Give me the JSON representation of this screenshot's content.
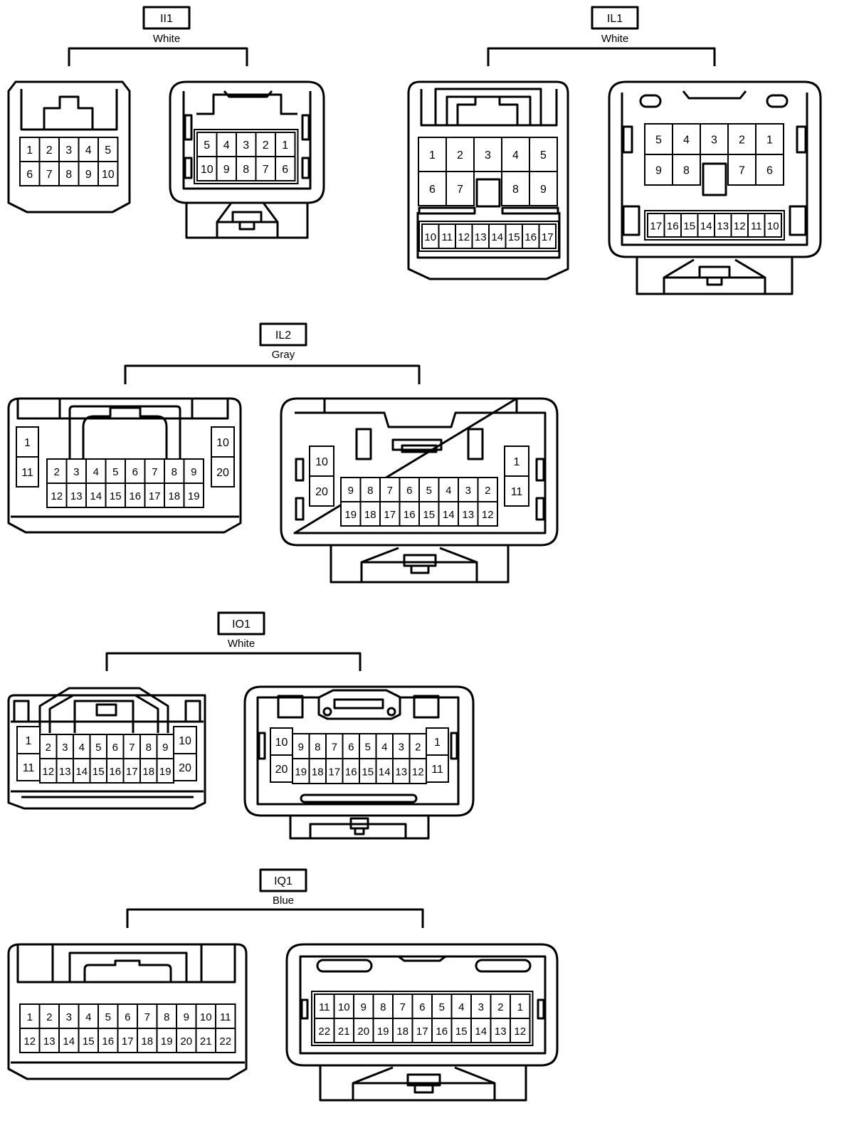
{
  "connectors": [
    {
      "id": "II1",
      "color": "White",
      "male": {
        "rows": [
          [
            "1",
            "2",
            "3",
            "4",
            "5"
          ],
          [
            "6",
            "7",
            "8",
            "9",
            "10"
          ]
        ]
      },
      "female": {
        "rows": [
          [
            "5",
            "4",
            "3",
            "2",
            "1"
          ],
          [
            "10",
            "9",
            "8",
            "7",
            "6"
          ]
        ]
      }
    },
    {
      "id": "IL1",
      "color": "White",
      "male": {
        "rows": [
          [
            "1",
            "2",
            "3",
            "4",
            "5"
          ],
          [
            "6",
            "7",
            "",
            "8",
            "9"
          ],
          [
            "10",
            "11",
            "12",
            "13",
            "14",
            "15",
            "16",
            "17"
          ]
        ]
      },
      "female": {
        "rows": [
          [
            "5",
            "4",
            "3",
            "2",
            "1"
          ],
          [
            "9",
            "8",
            "",
            "7",
            "6"
          ],
          [
            "17",
            "16",
            "15",
            "14",
            "13",
            "12",
            "11",
            "10"
          ]
        ]
      }
    },
    {
      "id": "IL2",
      "color": "Gray",
      "male": {
        "left": [
          "1",
          "11"
        ],
        "right": [
          "10",
          "20"
        ],
        "rows": [
          [
            "2",
            "3",
            "4",
            "5",
            "6",
            "7",
            "8",
            "9"
          ],
          [
            "12",
            "13",
            "14",
            "15",
            "16",
            "17",
            "18",
            "19"
          ]
        ]
      },
      "female": {
        "left": [
          "10",
          "20"
        ],
        "right": [
          "1",
          "11"
        ],
        "rows": [
          [
            "9",
            "8",
            "7",
            "6",
            "5",
            "4",
            "3",
            "2"
          ],
          [
            "19",
            "18",
            "17",
            "16",
            "15",
            "14",
            "13",
            "12"
          ]
        ]
      }
    },
    {
      "id": "IO1",
      "color": "White",
      "male": {
        "left": [
          "1",
          "11"
        ],
        "right": [
          "10",
          "20"
        ],
        "rows": [
          [
            "2",
            "3",
            "4",
            "5",
            "6",
            "7",
            "8",
            "9"
          ],
          [
            "12",
            "13",
            "14",
            "15",
            "16",
            "17",
            "18",
            "19"
          ]
        ]
      },
      "female": {
        "left": [
          "10",
          "20"
        ],
        "right": [
          "1",
          "11"
        ],
        "rows": [
          [
            "9",
            "8",
            "7",
            "6",
            "5",
            "4",
            "3",
            "2"
          ],
          [
            "19",
            "18",
            "17",
            "16",
            "15",
            "14",
            "13",
            "12"
          ]
        ]
      }
    },
    {
      "id": "IQ1",
      "color": "Blue",
      "male": {
        "rows": [
          [
            "1",
            "2",
            "3",
            "4",
            "5",
            "6",
            "7",
            "8",
            "9",
            "10",
            "11"
          ],
          [
            "12",
            "13",
            "14",
            "15",
            "16",
            "17",
            "18",
            "19",
            "20",
            "21",
            "22"
          ]
        ]
      },
      "female": {
        "rows": [
          [
            "11",
            "10",
            "9",
            "8",
            "7",
            "6",
            "5",
            "4",
            "3",
            "2",
            "1"
          ],
          [
            "22",
            "21",
            "20",
            "19",
            "18",
            "17",
            "16",
            "15",
            "14",
            "13",
            "12"
          ]
        ]
      }
    }
  ]
}
